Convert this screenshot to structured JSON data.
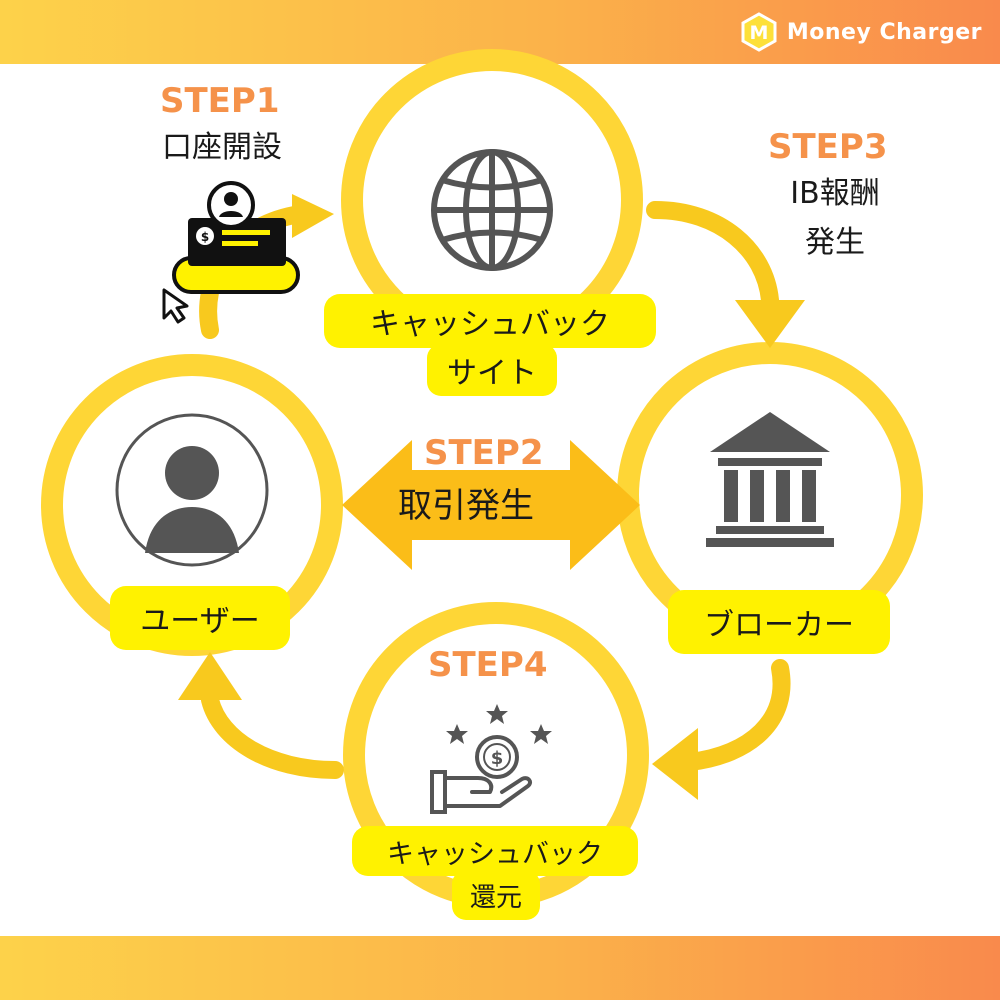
{
  "brand": {
    "name": "Money Charger",
    "logo_letter": "M"
  },
  "steps": {
    "step1": {
      "label": "STEP1",
      "text": "口座開設"
    },
    "step2": {
      "label": "STEP2",
      "text": "取引発生"
    },
    "step3": {
      "label": "STEP3",
      "line1": "IB報酬",
      "line2": "発生"
    },
    "step4": {
      "label": "STEP4"
    }
  },
  "nodes": {
    "cashback_site": {
      "line1": "キャッシュバック",
      "line2": "サイト",
      "icon": "globe-icon"
    },
    "user": {
      "label": "ユーザー",
      "icon": "user-avatar-icon"
    },
    "broker": {
      "label": "ブローカー",
      "icon": "bank-icon"
    },
    "cashback_return": {
      "line1": "キャッシュバック",
      "line2": "還元",
      "icon": "hand-coin-stars-icon"
    }
  },
  "colors": {
    "ring": "#fed636",
    "arrow": "#f8c91e",
    "pill": "#fff200",
    "step": "#f5924a",
    "icon": "#555555"
  }
}
